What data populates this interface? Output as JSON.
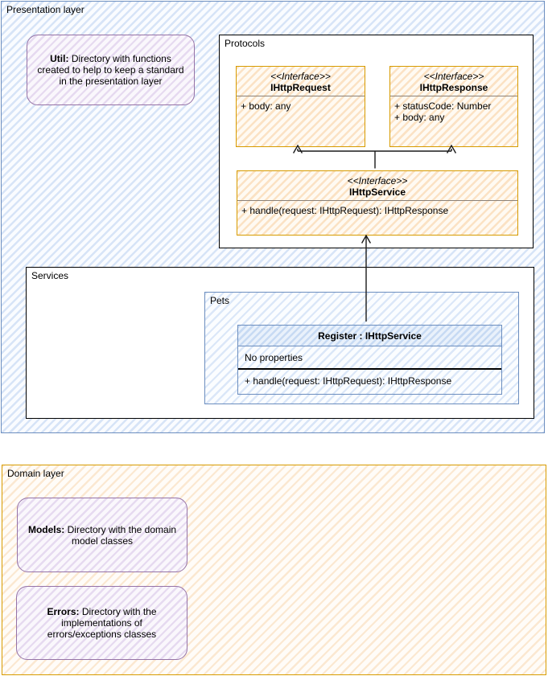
{
  "colors": {
    "blue_border": "#6c8ebf",
    "blue_fill": "#dae8fc",
    "orange_border": "#d79b00",
    "orange_fill": "#ffe6cc",
    "purple_border": "#9673a6",
    "purple_fill": "#e1d5e7",
    "black_border": "#000000"
  },
  "presentation_layer": {
    "label": "Presentation layer",
    "util_note": {
      "bold": "Util:",
      "text": "Directory with functions created to help to keep a standard in the presentation layer"
    },
    "protocols": {
      "label": "Protocols",
      "ihttprequest": {
        "stereotype": "<<Interface>>",
        "name": "IHttpRequest",
        "members": [
          "+ body: any"
        ]
      },
      "ihttpresponse": {
        "stereotype": "<<Interface>>",
        "name": "IHttpResponse",
        "members": [
          "+ statusCode: Number",
          "+ body: any"
        ]
      },
      "ihttpservice": {
        "stereotype": "<<Interface>>",
        "name": "IHttpService",
        "members": [
          "+ handle(request: IHttpRequest): IHttpResponse"
        ]
      }
    },
    "services": {
      "label": "Services",
      "pets": {
        "label": "Pets",
        "register": {
          "title": "Register : IHttpService",
          "properties": "No properties",
          "methods": [
            "+ handle(request: IHttpRequest): IHttpResponse"
          ]
        }
      }
    }
  },
  "domain_layer": {
    "label": "Domain layer",
    "models_note": {
      "bold": "Models:",
      "text": "Directory with the domain model classes"
    },
    "errors_note": {
      "bold": "Errors:",
      "text": "Directory with the implementations of errors/exceptions classes"
    }
  }
}
